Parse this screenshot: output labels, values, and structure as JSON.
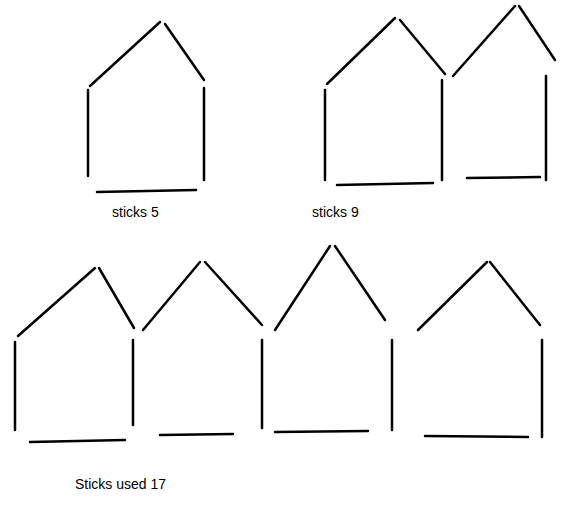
{
  "diagram": {
    "labels": [
      "sticks 5",
      "sticks 9",
      "Sticks used 17"
    ]
  }
}
